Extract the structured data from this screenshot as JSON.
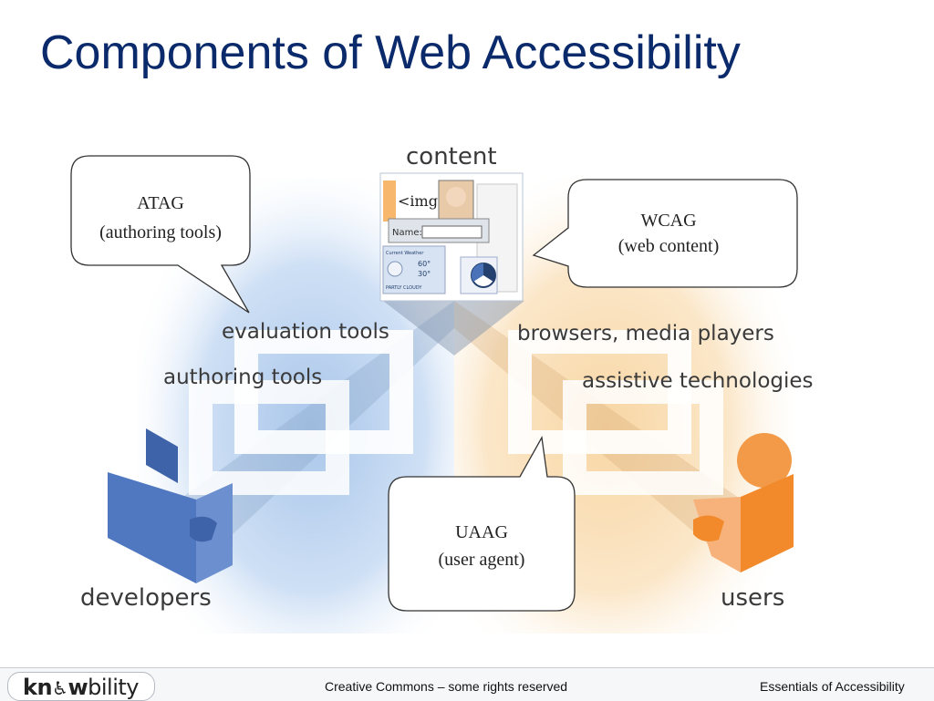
{
  "slide": {
    "title": "Components of Web Accessibility"
  },
  "diagram": {
    "labels": {
      "content": "content",
      "evaluation_tools": "evaluation tools",
      "authoring_tools": "authoring tools",
      "browsers": "browsers, media players",
      "assistive": "assistive technologies",
      "developers": "developers",
      "users": "users"
    },
    "thumbnail": {
      "img_tag": "<img",
      "name_label": "Name:",
      "weather_title": "Current Weather",
      "temp_high": "60°",
      "temp_low": "30°",
      "weather_caption": "PARTLY CLOUDY"
    },
    "callouts": {
      "atag": {
        "line1": "ATAG",
        "line2": "(authoring tools)"
      },
      "wcag": {
        "line1": "WCAG",
        "line2": "(web content)"
      },
      "uaag": {
        "line1": "UAAG",
        "line2": "(user agent)"
      }
    },
    "colors": {
      "developer_side": "#4a72b8",
      "user_side": "#f08a2c",
      "title": "#0b2a6b"
    }
  },
  "footer": {
    "logo": {
      "part1": "kn",
      "part2": "w",
      "part3": "bility"
    },
    "center_text": "Creative Commons – some rights reserved",
    "right_text": "Essentials of Accessibility"
  }
}
